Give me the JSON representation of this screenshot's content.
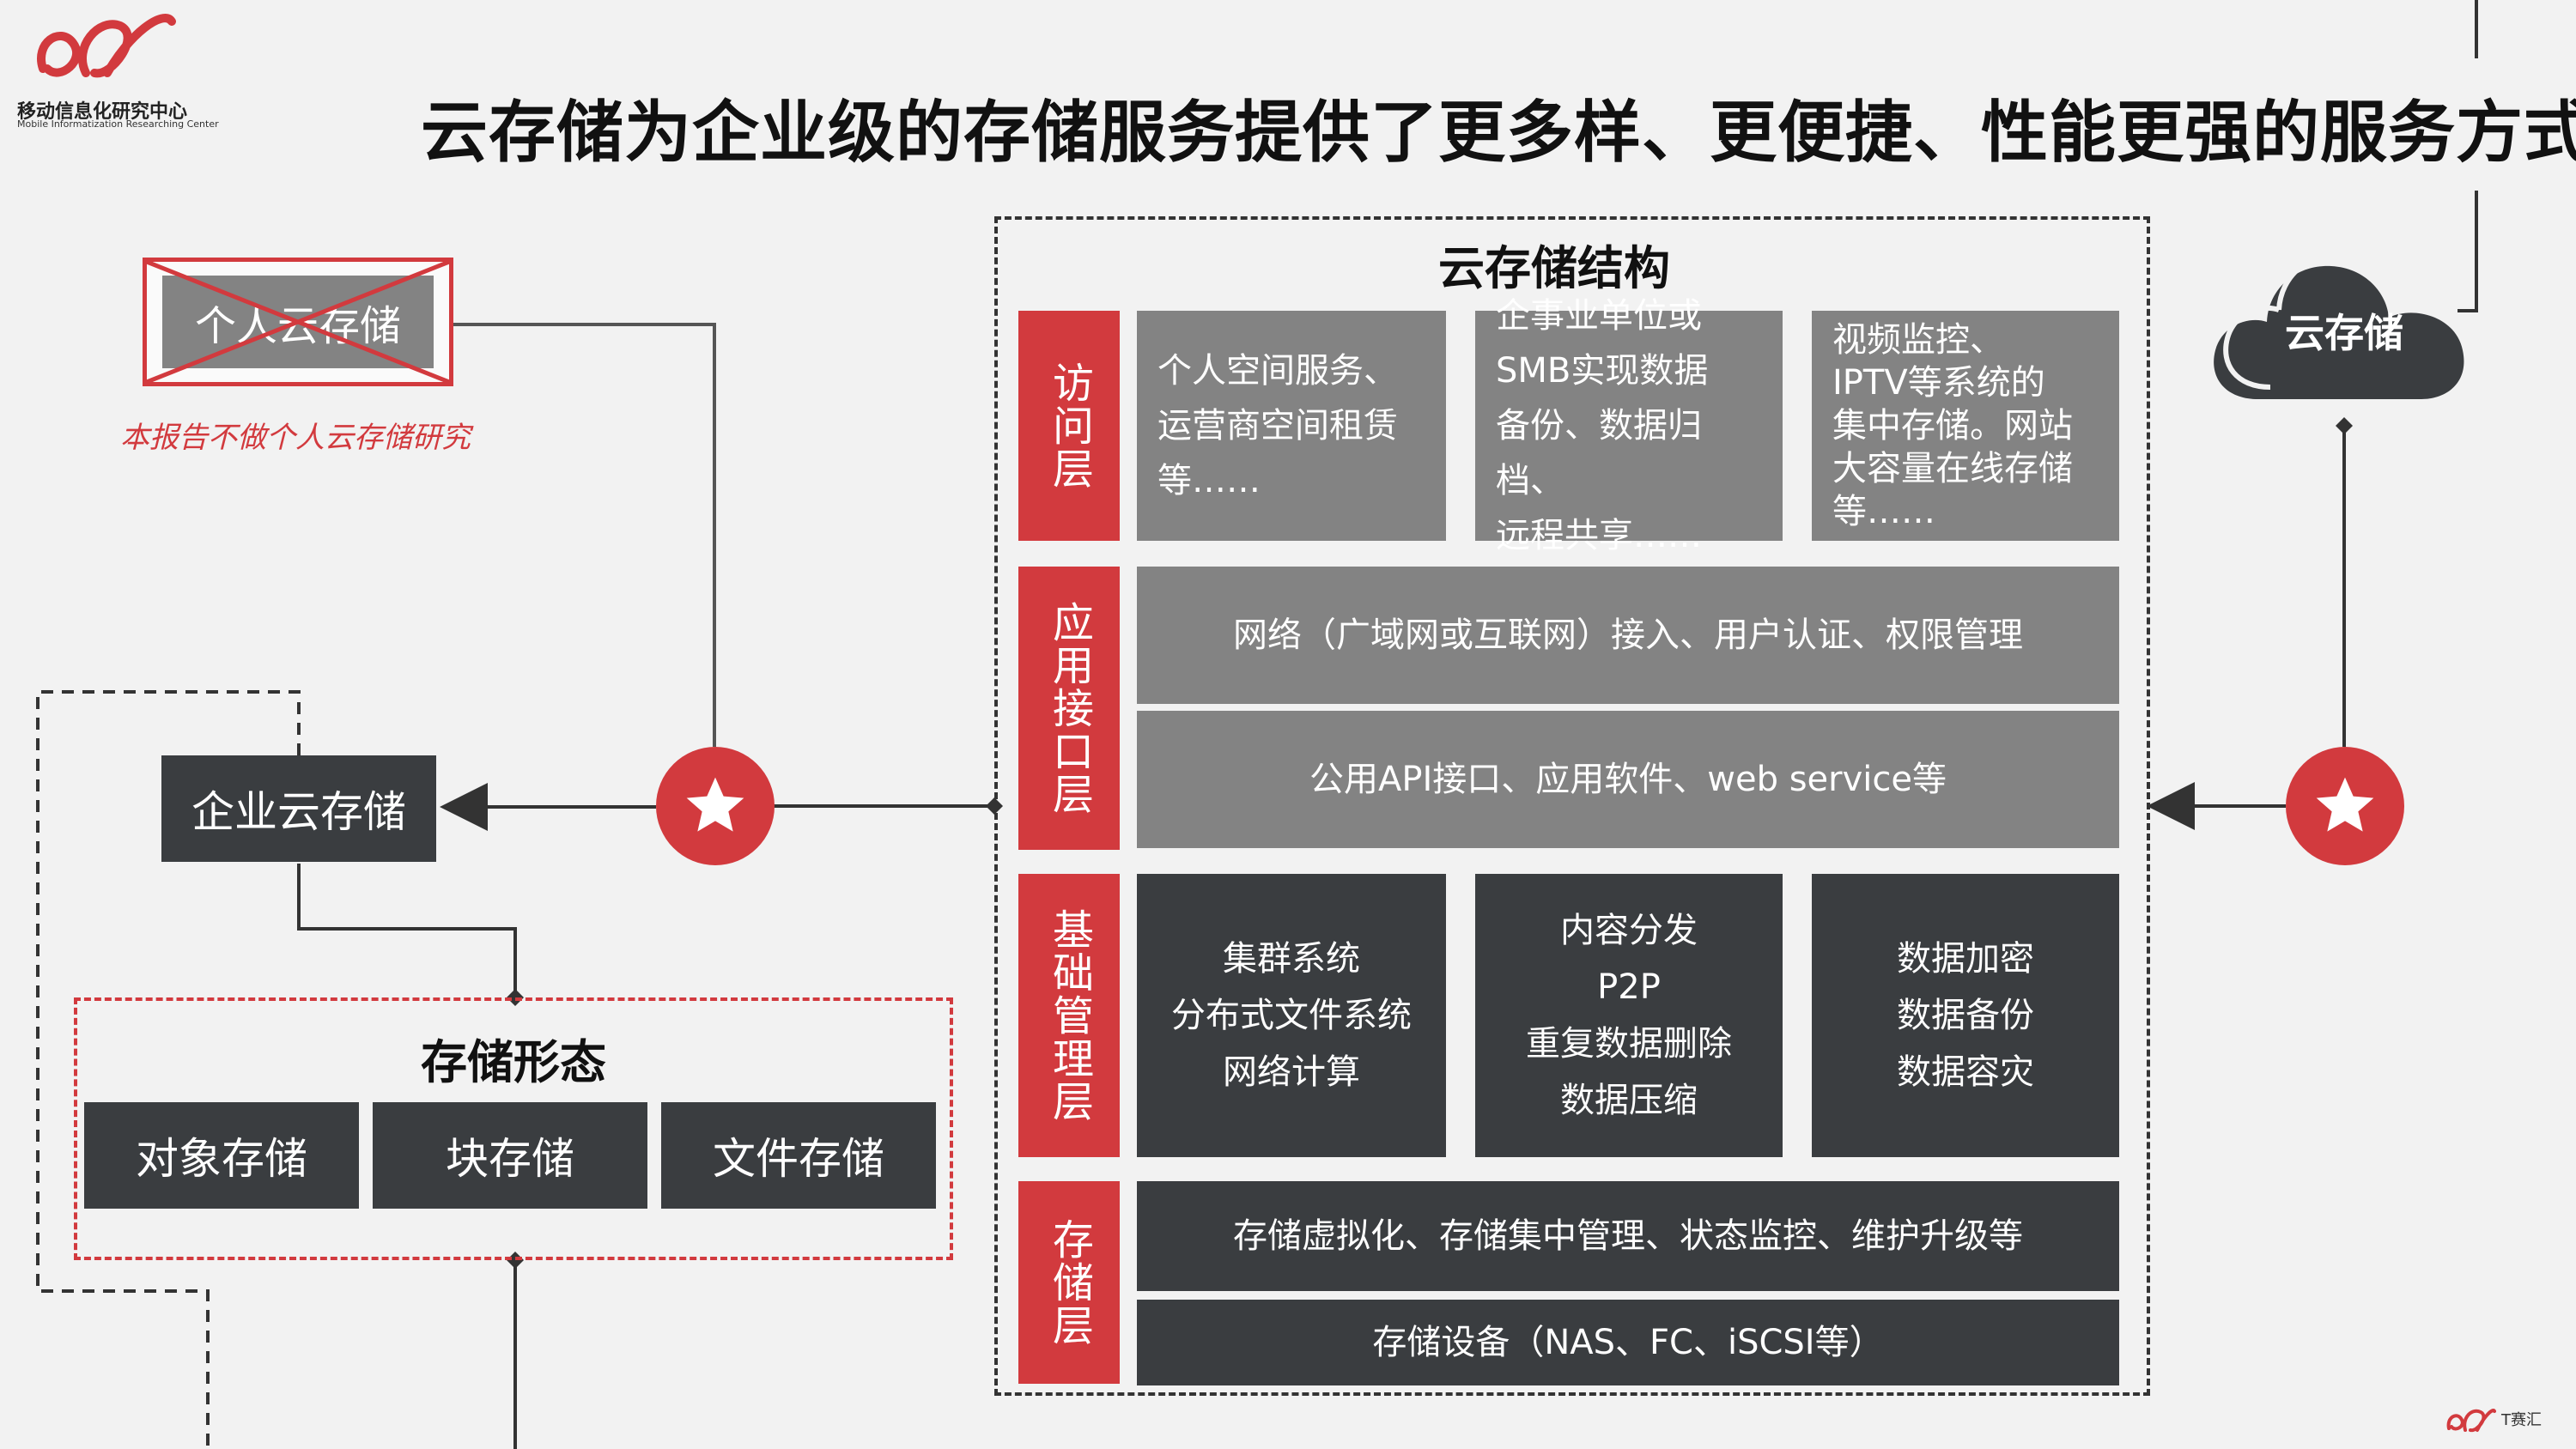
{
  "header": {
    "title": "云存储为企业级的存储服务提供了更多样、更便捷、性能更强的服务方式",
    "logo_name": "移动信息化研究中心",
    "logo_sub": "Mobile Informatization Researching Center"
  },
  "personal": {
    "label": "个人云存储",
    "note": "本报告不做个人云存储研究"
  },
  "enterprise": {
    "label": "企业云存储"
  },
  "storage_forms": {
    "title": "存储形态",
    "items": [
      "对象存储",
      "块存储",
      "文件存储"
    ]
  },
  "cloud": {
    "label": "云存储"
  },
  "structure": {
    "title": "云存储结构",
    "layers": {
      "access": {
        "label": "访问层",
        "cells": [
          "个人空间服务、\n运营商空间租赁\n等……",
          "企事业单位或\nSMB实现数据\n备份、数据归档、\n远程共享……",
          "视频监控、\nIPTV等系统的\n集中存储。网站\n大容量在线存储\n等……"
        ]
      },
      "api": {
        "label": "应用接口层",
        "rows": [
          "网络（广域网或互联网）接入、用户认证、权限管理",
          "公用API接口、应用软件、web service等"
        ]
      },
      "base": {
        "label": "基础管理层",
        "cells": [
          "集群系统\n分布式文件系统\n网络计算",
          "内容分发\nP2P\n重复数据删除\n数据压缩",
          "数据加密\n数据备份\n数据容灾"
        ]
      },
      "storage": {
        "label": "存储层",
        "rows": [
          "存储虚拟化、存储集中管理、状态监控、维护升级等",
          "存储设备（NAS、FC、iSCSI等）"
        ]
      }
    }
  },
  "footer": {
    "brand": "T赛汇"
  },
  "colors": {
    "accent_red": "#d23a3e",
    "dark_box": "#3a3d40",
    "gray_box": "#838383"
  }
}
